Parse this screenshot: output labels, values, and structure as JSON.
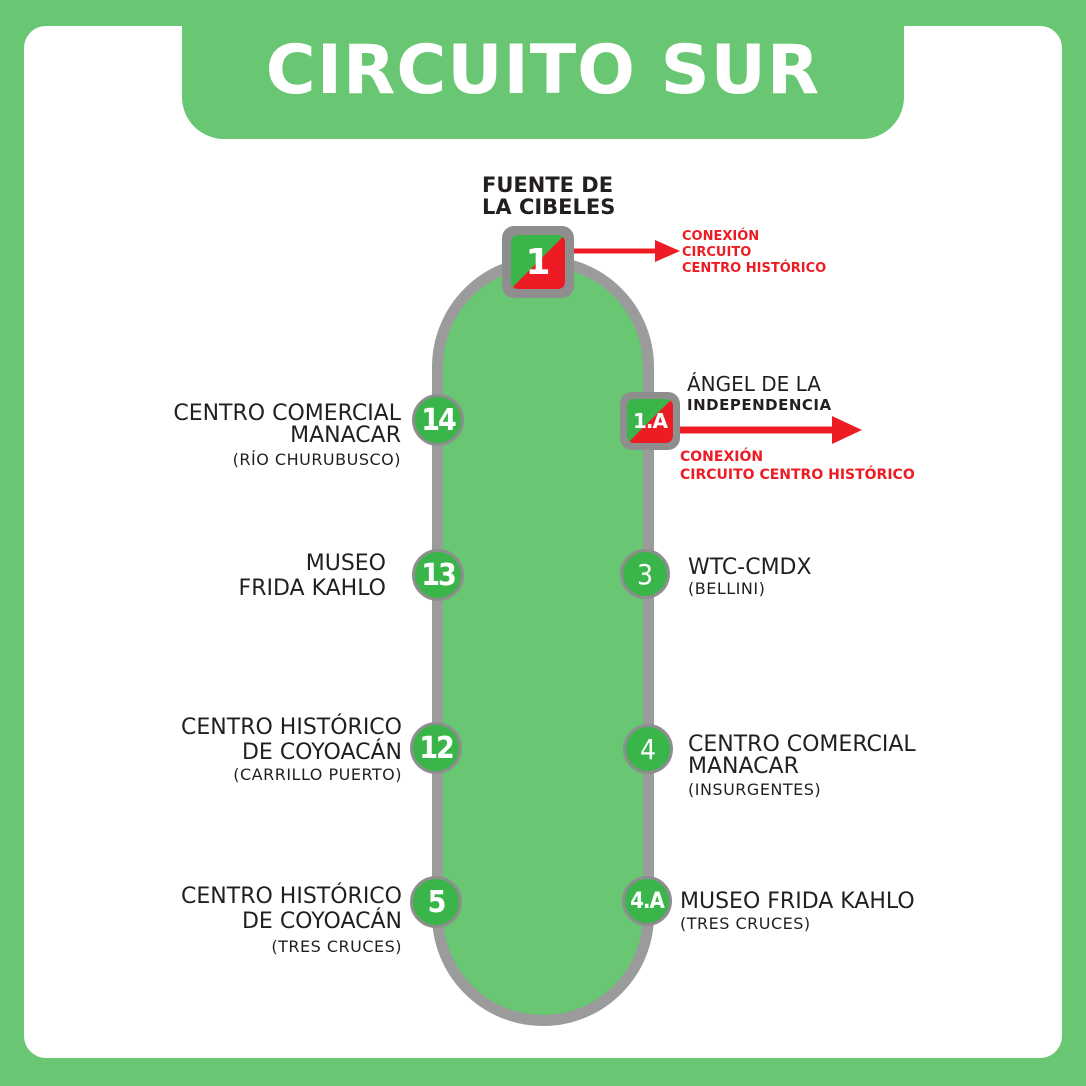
{
  "title": "CIRCUITO SUR",
  "colors": {
    "green": "#69c672",
    "stop_green": "#39b54a",
    "red": "#ed1c24",
    "gray": "#9b9b9b"
  },
  "stops": {
    "s1": {
      "number": "1",
      "name": [
        "FUENTE DE",
        "LA CIBELES"
      ],
      "connection": [
        "CONEXIÓN",
        "CIRCUITO",
        "CENTRO HISTÓRICO"
      ]
    },
    "s1a": {
      "number": "1.A",
      "name": [
        "ÁNGEL DE LA",
        "INDEPENDENCIA"
      ],
      "connection": [
        "CONEXIÓN",
        "CIRCUITO CENTRO HISTÓRICO"
      ]
    },
    "s3": {
      "number": "3",
      "name": [
        "WTC-CMDX"
      ],
      "sub": "(BELLINI)"
    },
    "s4": {
      "number": "4",
      "name": [
        "CENTRO COMERCIAL",
        "MANACAR"
      ],
      "sub": "(INSURGENTES)"
    },
    "s4a": {
      "number": "4.A",
      "name": [
        "MUSEO FRIDA KAHLO"
      ],
      "sub": "(TRES CRUCES)"
    },
    "s5": {
      "number": "5",
      "name": [
        "CENTRO HISTÓRICO",
        "DE COYOACÁN"
      ],
      "sub": "(TRES CRUCES)"
    },
    "s12": {
      "number": "12",
      "name": [
        "CENTRO HISTÓRICO",
        "DE COYOACÁN"
      ],
      "sub": "(CARRILLO PUERTO)"
    },
    "s13": {
      "number": "13",
      "name": [
        "MUSEO",
        "FRIDA KAHLO"
      ]
    },
    "s14": {
      "number": "14",
      "name": [
        "CENTRO COMERCIAL",
        "MANACAR"
      ],
      "sub": "(RÍO CHURUBUSCO)"
    }
  }
}
